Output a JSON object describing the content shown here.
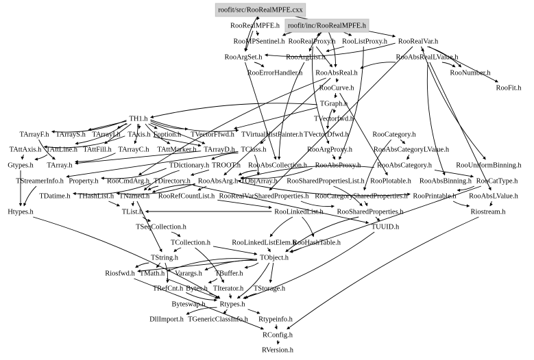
{
  "graph": {
    "highlight_color": "#d3d3d3",
    "nodes": [
      {
        "id": "cxx",
        "label": "roofit/src/RooRealMPFE.cxx",
        "highlighted": true
      },
      {
        "id": "mpfe",
        "label": "RooRealMPFE.h"
      },
      {
        "id": "inc",
        "label": "roofit/inc/RooRealMPFE.h",
        "highlighted": true
      },
      {
        "id": "mps",
        "label": "RooMPSentinel.h"
      },
      {
        "id": "rproxy",
        "label": "RooRealProxy.h"
      },
      {
        "id": "lproxy",
        "label": "RooListProxy.h"
      },
      {
        "id": "rvar",
        "label": "RooRealVar.h"
      },
      {
        "id": "argset",
        "label": "RooArgSet.h"
      },
      {
        "id": "arglist",
        "label": "RooArgList.h"
      },
      {
        "id": "arlv",
        "label": "RooAbsRealLValue.h"
      },
      {
        "id": "errh",
        "label": "RooErrorHandler.h"
      },
      {
        "id": "absreal",
        "label": "RooAbsReal.h"
      },
      {
        "id": "number",
        "label": "RooNumber.h"
      },
      {
        "id": "fit",
        "label": "RooFit.h"
      },
      {
        "id": "curve",
        "label": "RooCurve.h"
      },
      {
        "id": "tgraph",
        "label": "TGraph.h"
      },
      {
        "id": "tvfwd",
        "label": "TVectorfwd.h"
      },
      {
        "id": "th1",
        "label": "TH1.h"
      },
      {
        "id": "tarrayf",
        "label": "TArrayF.h"
      },
      {
        "id": "tarrays",
        "label": "TArrayS.h"
      },
      {
        "id": "tarrayi",
        "label": "TArrayI.h"
      },
      {
        "id": "taxis",
        "label": "TAxis.h"
      },
      {
        "id": "foption",
        "label": "Foption.h"
      },
      {
        "id": "tvffwd",
        "label": "TVectorFfwd.h"
      },
      {
        "id": "tvhp",
        "label": "TVirtualHistPainter.h"
      },
      {
        "id": "tvdfwd",
        "label": "TVectorDfwd.h"
      },
      {
        "id": "rcat",
        "label": "RooCategory.h"
      },
      {
        "id": "tattaxis",
        "label": "TAttAxis.h"
      },
      {
        "id": "tattline",
        "label": "TAttLine.h"
      },
      {
        "id": "tattfill",
        "label": "TAttFill.h"
      },
      {
        "id": "tarrayc",
        "label": "TArrayC.h"
      },
      {
        "id": "tattmarker",
        "label": "TAttMarker.h"
      },
      {
        "id": "tarrayd",
        "label": "TArrayD.h"
      },
      {
        "id": "tclass",
        "label": "TClass.h"
      },
      {
        "id": "argproxy",
        "label": "RooArgProxy.h"
      },
      {
        "id": "acatlv",
        "label": "RooAbsCategoryLValue.h"
      },
      {
        "id": "gtypes",
        "label": "Gtypes.h"
      },
      {
        "id": "tarray",
        "label": "TArray.h"
      },
      {
        "id": "tdict",
        "label": "TDictionary.h"
      },
      {
        "id": "troot",
        "label": "TROOT.h"
      },
      {
        "id": "abscoll",
        "label": "RooAbsCollection.h"
      },
      {
        "id": "absproxy",
        "label": "RooAbsProxy.h"
      },
      {
        "id": "abscat",
        "label": "RooAbsCategory.h"
      },
      {
        "id": "unibin",
        "label": "RooUniformBinning.h"
      },
      {
        "id": "tsinfo",
        "label": "TStreamerInfo.h"
      },
      {
        "id": "property",
        "label": "Property.h"
      },
      {
        "id": "cmdarg",
        "label": "RooCmdArg.h"
      },
      {
        "id": "tdir",
        "label": "TDirectory.h"
      },
      {
        "id": "absarg",
        "label": "RooAbsArg.h"
      },
      {
        "id": "tobjarray",
        "label": "TObjArray.h"
      },
      {
        "id": "splist",
        "label": "RooSharedPropertiesList.h"
      },
      {
        "id": "plotable",
        "label": "RooPlotable.h"
      },
      {
        "id": "absbin",
        "label": "RooAbsBinning.h"
      },
      {
        "id": "cattype",
        "label": "RooCatType.h"
      },
      {
        "id": "tdatime",
        "label": "TDatime.h"
      },
      {
        "id": "thashlist",
        "label": "THashList.h"
      },
      {
        "id": "tnamed",
        "label": "TNamed.h"
      },
      {
        "id": "refcl",
        "label": "RooRefCountList.h"
      },
      {
        "id": "rvsp",
        "label": "RooRealVarSharedProperties.h"
      },
      {
        "id": "rcsp",
        "label": "RooCategorySharedProperties.h"
      },
      {
        "id": "printable",
        "label": "RooPrintable.h"
      },
      {
        "id": "abslv",
        "label": "RooAbsLValue.h"
      },
      {
        "id": "htypes",
        "label": "Htypes.h"
      },
      {
        "id": "tlist",
        "label": "TList.h"
      },
      {
        "id": "linkedlist",
        "label": "RooLinkedList.h"
      },
      {
        "id": "sharedprop",
        "label": "RooSharedProperties.h"
      },
      {
        "id": "riostream",
        "label": "Riostream.h"
      },
      {
        "id": "tseqcoll",
        "label": "TSeqCollection.h"
      },
      {
        "id": "tuuid",
        "label": "TUUID.h"
      },
      {
        "id": "tcoll",
        "label": "TCollection.h"
      },
      {
        "id": "llelem",
        "label": "RooLinkedListElem.h"
      },
      {
        "id": "hashtable",
        "label": "RooHashTable.h"
      },
      {
        "id": "tstring",
        "label": "TString.h"
      },
      {
        "id": "tobject",
        "label": "TObject.h"
      },
      {
        "id": "riosfwd",
        "label": "Riosfwd.h"
      },
      {
        "id": "tmath",
        "label": "TMath.h"
      },
      {
        "id": "varargs",
        "label": "Varargs.h"
      },
      {
        "id": "tbuffer",
        "label": "TBuffer.h"
      },
      {
        "id": "trefcnt",
        "label": "TRefCnt.h"
      },
      {
        "id": "bytes",
        "label": "Bytes.h"
      },
      {
        "id": "titer",
        "label": "TIterator.h"
      },
      {
        "id": "tstorage",
        "label": "TStorage.h"
      },
      {
        "id": "byteswap",
        "label": "Byteswap.h"
      },
      {
        "id": "rtypes",
        "label": "Rtypes.h"
      },
      {
        "id": "dllimport",
        "label": "DllImport.h"
      },
      {
        "id": "tgci",
        "label": "TGenericClassInfo.h"
      },
      {
        "id": "rtypeinfo",
        "label": "Rtypeinfo.h"
      },
      {
        "id": "rconfig",
        "label": "RConfig.h"
      },
      {
        "id": "rversion",
        "label": "RVersion.h"
      }
    ],
    "edges": [
      [
        "cxx",
        "mpfe"
      ],
      [
        "cxx",
        "rvar"
      ],
      [
        "cxx",
        "argset"
      ],
      [
        "mpfe",
        "mps"
      ],
      [
        "mpfe",
        "argset"
      ],
      [
        "inc",
        "mps"
      ],
      [
        "inc",
        "rproxy"
      ],
      [
        "inc",
        "lproxy"
      ],
      [
        "inc",
        "arglist"
      ],
      [
        "inc",
        "absreal"
      ],
      [
        "rproxy",
        "absreal"
      ],
      [
        "rproxy",
        "argproxy"
      ],
      [
        "lproxy",
        "absproxy"
      ],
      [
        "lproxy",
        "arglist"
      ],
      [
        "rvar",
        "arlv"
      ],
      [
        "rvar",
        "number"
      ],
      [
        "rvar",
        "fit"
      ],
      [
        "rvar",
        "unibin"
      ],
      [
        "rvar",
        "argset"
      ],
      [
        "rvar",
        "rvsp"
      ],
      [
        "arlv",
        "absreal"
      ],
      [
        "arlv",
        "number"
      ],
      [
        "arlv",
        "abslv"
      ],
      [
        "arlv",
        "absbin"
      ],
      [
        "argset",
        "errh"
      ],
      [
        "argset",
        "abscoll"
      ],
      [
        "arglist",
        "abscoll"
      ],
      [
        "absreal",
        "curve"
      ],
      [
        "absreal",
        "absarg"
      ],
      [
        "absreal",
        "cmdarg"
      ],
      [
        "curve",
        "tgraph"
      ],
      [
        "curve",
        "plotable"
      ],
      [
        "tgraph",
        "th1"
      ],
      [
        "tgraph",
        "tvfwd"
      ],
      [
        "tgraph",
        "tvffwd"
      ],
      [
        "tgraph",
        "tvdfwd"
      ],
      [
        "th1",
        "tarrayf"
      ],
      [
        "th1",
        "tarrays"
      ],
      [
        "th1",
        "tarrayi"
      ],
      [
        "th1",
        "taxis"
      ],
      [
        "th1",
        "foption"
      ],
      [
        "th1",
        "tvffwd"
      ],
      [
        "th1",
        "tattline"
      ],
      [
        "th1",
        "tattfill"
      ],
      [
        "th1",
        "tattmarker"
      ],
      [
        "th1",
        "tarrayc"
      ],
      [
        "th1",
        "tarrayd"
      ],
      [
        "th1",
        "tvhp"
      ],
      [
        "taxis",
        "tattaxis"
      ],
      [
        "taxis",
        "tarrayd"
      ],
      [
        "tarrayf",
        "tarray"
      ],
      [
        "tarrayc",
        "tarray"
      ],
      [
        "tarrayd",
        "tarray"
      ],
      [
        "tattaxis",
        "gtypes"
      ],
      [
        "tattline",
        "gtypes"
      ],
      [
        "tvhp",
        "tclass"
      ],
      [
        "tclass",
        "tdict"
      ],
      [
        "tclass",
        "tobjarray"
      ],
      [
        "tclass",
        "tsinfo"
      ],
      [
        "tdict",
        "tnamed"
      ],
      [
        "tdict",
        "property"
      ],
      [
        "troot",
        "tdir"
      ],
      [
        "tdir",
        "tnamed"
      ],
      [
        "tdir",
        "tdatime"
      ],
      [
        "tdir",
        "tuuid"
      ],
      [
        "abscoll",
        "absarg"
      ],
      [
        "absproxy",
        "absarg"
      ],
      [
        "argproxy",
        "absproxy"
      ],
      [
        "absarg",
        "tnamed"
      ],
      [
        "absarg",
        "thashlist"
      ],
      [
        "absarg",
        "refcl"
      ],
      [
        "absarg",
        "printable"
      ],
      [
        "absarg",
        "tobjarray"
      ],
      [
        "refcl",
        "linkedlist"
      ],
      [
        "linkedlist",
        "llelem"
      ],
      [
        "linkedlist",
        "hashtable"
      ],
      [
        "linkedlist",
        "tlist"
      ],
      [
        "rvsp",
        "sharedprop"
      ],
      [
        "rcsp",
        "sharedprop"
      ],
      [
        "sharedprop",
        "tuuid"
      ],
      [
        "sharedprop",
        "tobject"
      ],
      [
        "splist",
        "sharedprop"
      ],
      [
        "rcat",
        "acatlv"
      ],
      [
        "rcat",
        "rcsp"
      ],
      [
        "acatlv",
        "abscat"
      ],
      [
        "abscat",
        "cattype"
      ],
      [
        "abscat",
        "absarg"
      ],
      [
        "cattype",
        "printable"
      ],
      [
        "cattype",
        "tobject"
      ],
      [
        "printable",
        "riostream"
      ],
      [
        "abslv",
        "riostream"
      ],
      [
        "thashlist",
        "tlist"
      ],
      [
        "tlist",
        "tseqcoll"
      ],
      [
        "tseqcoll",
        "tcoll"
      ],
      [
        "tcoll",
        "tobject"
      ],
      [
        "tcoll",
        "tstring"
      ],
      [
        "tcoll",
        "titer"
      ],
      [
        "tnamed",
        "tstring"
      ],
      [
        "tnamed",
        "tlist"
      ],
      [
        "tstring",
        "trefcnt"
      ],
      [
        "tstring",
        "tmath"
      ],
      [
        "tstring",
        "riosfwd"
      ],
      [
        "tobject",
        "rtypes"
      ],
      [
        "tobject",
        "tstorage"
      ],
      [
        "tobject",
        "varargs"
      ],
      [
        "tobject",
        "tbuffer"
      ],
      [
        "tobject",
        "riosfwd"
      ],
      [
        "tobject",
        "tmath"
      ],
      [
        "hashtable",
        "tobject"
      ],
      [
        "llelem",
        "tobject"
      ],
      [
        "trefcnt",
        "rtypes"
      ],
      [
        "bytes",
        "rtypes"
      ],
      [
        "titer",
        "rtypes"
      ],
      [
        "tstorage",
        "rtypes"
      ],
      [
        "tbuffer",
        "bytes"
      ],
      [
        "tmath",
        "rtypes"
      ],
      [
        "rtypes",
        "dllimport"
      ],
      [
        "rtypes",
        "tgci"
      ],
      [
        "rtypes",
        "rtypeinfo"
      ],
      [
        "rtypeinfo",
        "rconfig"
      ],
      [
        "rconfig",
        "rversion"
      ],
      [
        "riosfwd",
        "rconfig"
      ],
      [
        "riostream",
        "rconfig"
      ],
      [
        "htypes",
        "rtypes"
      ],
      [
        "gtypes",
        "htypes"
      ],
      [
        "tsinfo",
        "htypes"
      ],
      [
        "tuuid",
        "rtypes"
      ]
    ]
  }
}
